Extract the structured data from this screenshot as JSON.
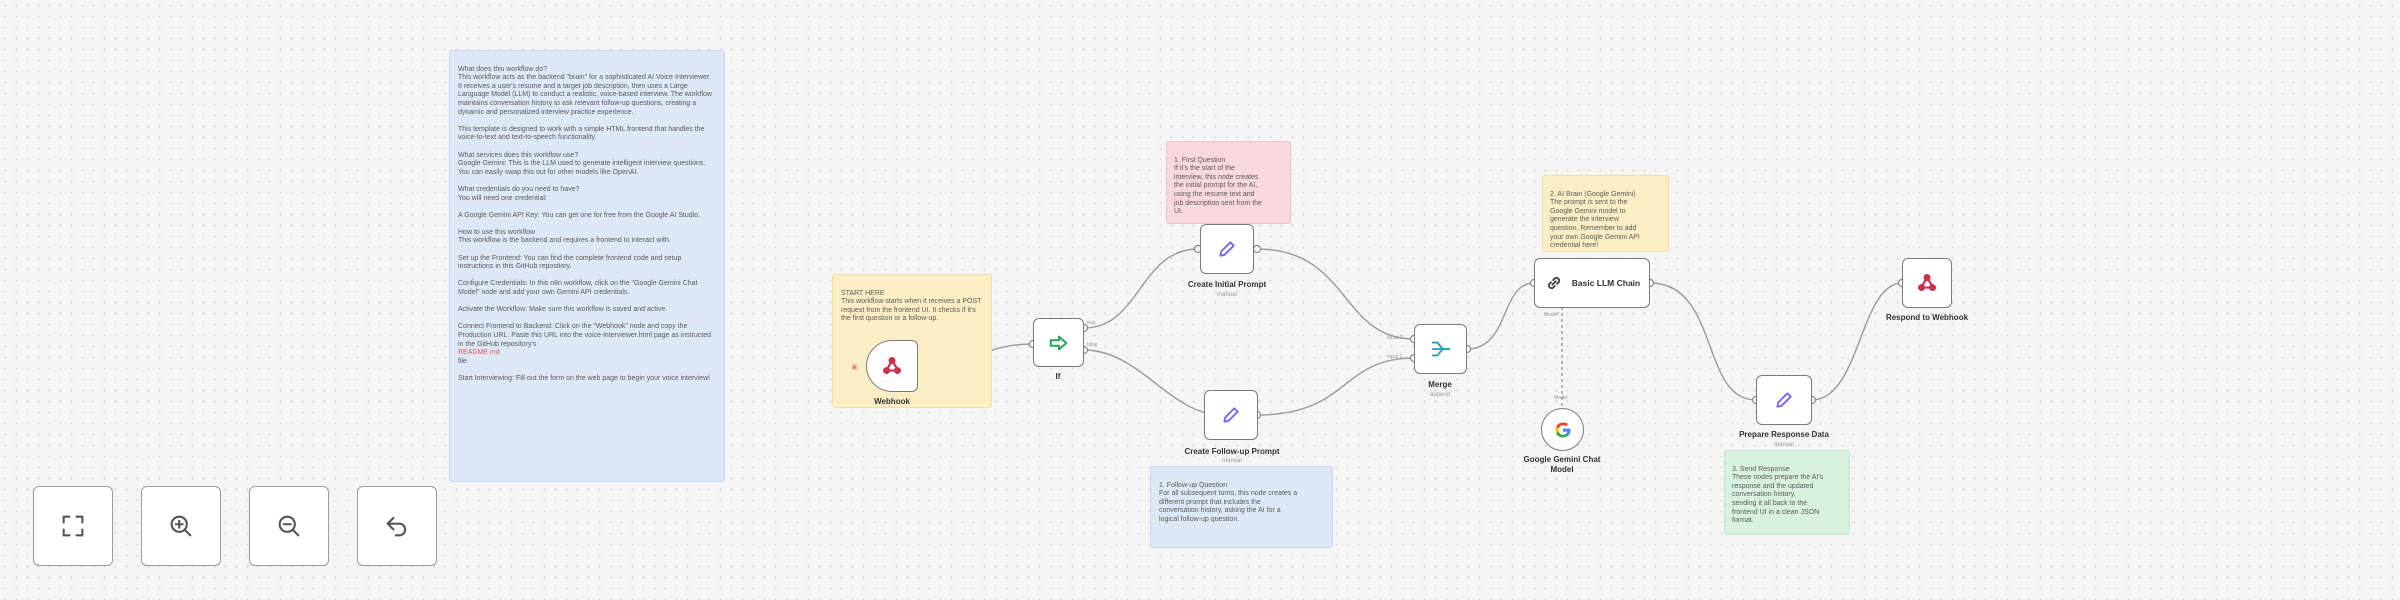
{
  "notes": {
    "intro": "What does this workflow do?\nThis workflow acts as the backend \"brain\" for a sophisticated AI Voice Interviewer. It receives a user's resume and a target job description, then uses a Large Language Model (LLM) to conduct a realistic, voice-based interview. The workflow maintains conversation history to ask relevant follow-up questions, creating a dynamic and personalized interview practice experience.\n\nThis template is designed to work with a simple HTML frontend that handles the voice-to-text and text-to-speech functionality.\n\nWhat services does this workflow use?\nGoogle Gemini: This is the LLM used to generate intelligent interview questions. You can easily swap this out for other models like OpenAI.\n\nWhat credentials do you need to have?\nYou will need one credential:\n\nA Google Gemini API Key: You can get one for free from the Google AI Studio.\n\nHow to use this workflow\nThis workflow is the backend and requires a frontend to interact with.\n\nSet up the Frontend: You can find the complete frontend code and setup instructions in this GitHub repository.\n\nConfigure Credentials: In this n8n workflow, click on the \"Google Gemini Chat Model\" node and add your own Gemini API credentials.\n\nActivate the Workflow: Make sure this workflow is saved and active.\n\nConnect Frontend to Backend: Click on the \"Webhook\" node and copy the Production URL. Paste this URL into the voice-interviewer.html page as instructed in the GitHub repository's",
    "intro_link": "README.md",
    "intro_after": "file.",
    "intro_end": "Start Interviewing: Fill out the form on the web page to begin your voice interview!",
    "start": "START HERE\nThis workflow starts when it receives a POST request from the frontend UI. It checks if it's the first question or a follow-up.",
    "first_question": "1. First Question\n   If it's the start of the\n   interview, this node creates\n   the initial prompt for the AI,\n   using the resume text and\n   job description sent from the\n   UI.",
    "followup": "1. Follow-up Question\n   For all subsequent turns, this node creates a\n   different prompt that includes the\n   conversation history, asking the AI for a\n   logical follow-up question.",
    "ai_brain": "2. AI Brain (Google Gemini)\n   The prompt is sent to the\n   Google Gemini model to\n   generate the interview\n   question. Remember to add\n   your own Google Gemini API\n   credential here!",
    "send_response": "3. Send Response\n   These nodes prepare the AI's\n   response and the updated\n   conversation history,\n   sending it all back to the\n   frontend UI in a clean JSON\n   format."
  },
  "nodes": {
    "webhook": {
      "label": "Webhook"
    },
    "if": {
      "label": "If",
      "true_label": "true",
      "false_label": "false"
    },
    "create_initial": {
      "label": "Create Initial Prompt",
      "sub": "manual"
    },
    "create_followup": {
      "label": "Create Follow-up Prompt",
      "sub": "manual"
    },
    "merge": {
      "label": "Merge",
      "sub": "append",
      "in1": "Input 1",
      "in2": "Input 2"
    },
    "llm_chain": {
      "label": "Basic LLM Chain",
      "port_label": "Model*"
    },
    "gemini": {
      "label": "Google Gemini Chat\nModel",
      "port_label": "Model"
    },
    "prepare_response": {
      "label": "Prepare Response Data",
      "sub": "manual"
    },
    "respond": {
      "label": "Respond to Webhook"
    }
  },
  "colors": {
    "sticky_blue": "#dde8f6",
    "sticky_red": "#f8d8dc",
    "sticky_yellow": "#fbeec4",
    "sticky_green": "#d8f1df",
    "webhook_icon": "#c9314b",
    "if_icon": "#27a35a",
    "set_icon": "#7b61ff",
    "merge_icon": "#1aa1b5"
  },
  "icons": {
    "webhook": "webhook-icon",
    "if": "if-icon",
    "set": "pencil-icon",
    "merge": "merge-icon",
    "llm_chain": "link-icon",
    "gemini": "google-icon",
    "respond": "webhook-icon"
  },
  "controls": {
    "fit_view": "fit-view-icon",
    "zoom_in": "zoom-in-icon",
    "zoom_out": "zoom-out-icon",
    "undo": "undo-icon"
  }
}
